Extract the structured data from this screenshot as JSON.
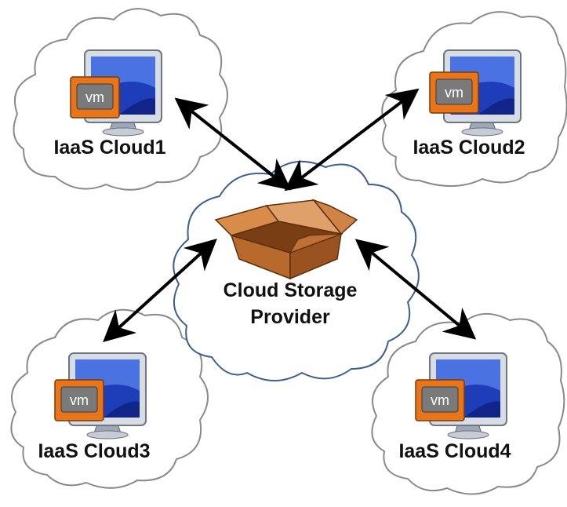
{
  "colors": {
    "cloud_outline": "#8a8a8a",
    "center_cloud_outline": "#3f5f8c",
    "arrow": "#000000",
    "vm_orange": "#e8751a",
    "vm_gray": "#7a7a7a",
    "monitor_blue": "#1e3db8",
    "box_brown": "#c9783a"
  },
  "clouds": {
    "cloud1": {
      "label": "IaaS Cloud1",
      "icon": "vm-monitor-icon",
      "vm_text": "vm"
    },
    "cloud2": {
      "label": "IaaS Cloud2",
      "icon": "vm-monitor-icon",
      "vm_text": "vm"
    },
    "cloud3": {
      "label": "IaaS Cloud3",
      "icon": "vm-monitor-icon",
      "vm_text": "vm"
    },
    "cloud4": {
      "label": "IaaS Cloud4",
      "icon": "vm-monitor-icon",
      "vm_text": "vm"
    }
  },
  "center": {
    "label_line1": "Cloud Storage",
    "label_line2": "Provider",
    "icon": "open-box-icon"
  }
}
